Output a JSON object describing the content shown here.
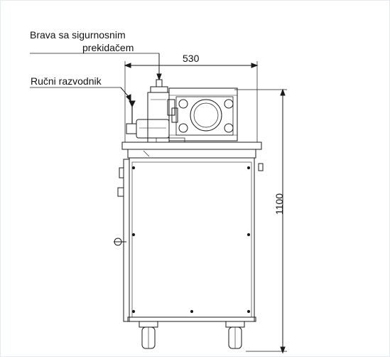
{
  "labels": {
    "lock_line1": "Brava sa sigurnosnim",
    "lock_line2": "prekidačem",
    "manual_valve": "Ručni razvodnik"
  },
  "dimensions": {
    "width": "530",
    "height": "1100"
  },
  "colors": {
    "line": "#1a1a1a",
    "frame_border": "#e3ecec",
    "background": "#ffffff"
  }
}
